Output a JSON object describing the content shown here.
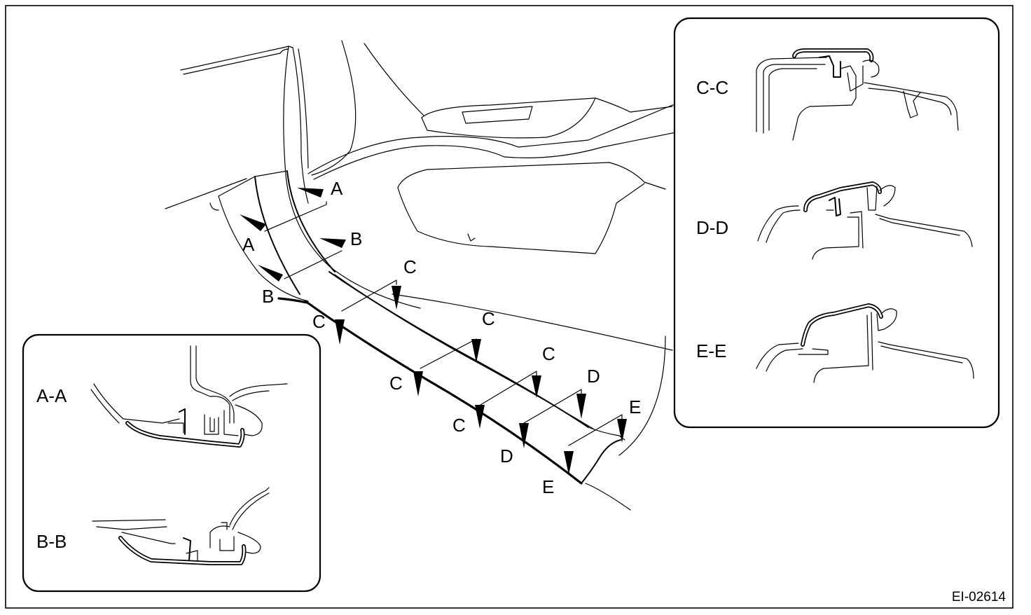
{
  "figure_id": "EI-02614",
  "main_view": {
    "section_markers": [
      {
        "id": "A-top",
        "letter": "A"
      },
      {
        "id": "A-bottom",
        "letter": "A"
      },
      {
        "id": "B-top",
        "letter": "B"
      },
      {
        "id": "B-bottom",
        "letter": "B"
      },
      {
        "id": "C1-top",
        "letter": "C"
      },
      {
        "id": "C1-bottom",
        "letter": "C"
      },
      {
        "id": "C2-top",
        "letter": "C"
      },
      {
        "id": "C2-bottom",
        "letter": "C"
      },
      {
        "id": "C3-top",
        "letter": "C"
      },
      {
        "id": "C3-bottom",
        "letter": "C"
      },
      {
        "id": "D-top",
        "letter": "D"
      },
      {
        "id": "D-bottom",
        "letter": "D"
      },
      {
        "id": "E-top",
        "letter": "E"
      },
      {
        "id": "E-bottom",
        "letter": "E"
      }
    ]
  },
  "inset_left": {
    "sections": [
      {
        "id": "section-a-a",
        "label": "A-A"
      },
      {
        "id": "section-b-b",
        "label": "B-B"
      }
    ]
  },
  "inset_right": {
    "sections": [
      {
        "id": "section-c-c",
        "label": "C-C"
      },
      {
        "id": "section-d-d",
        "label": "D-D"
      },
      {
        "id": "section-e-e",
        "label": "E-E"
      }
    ]
  }
}
